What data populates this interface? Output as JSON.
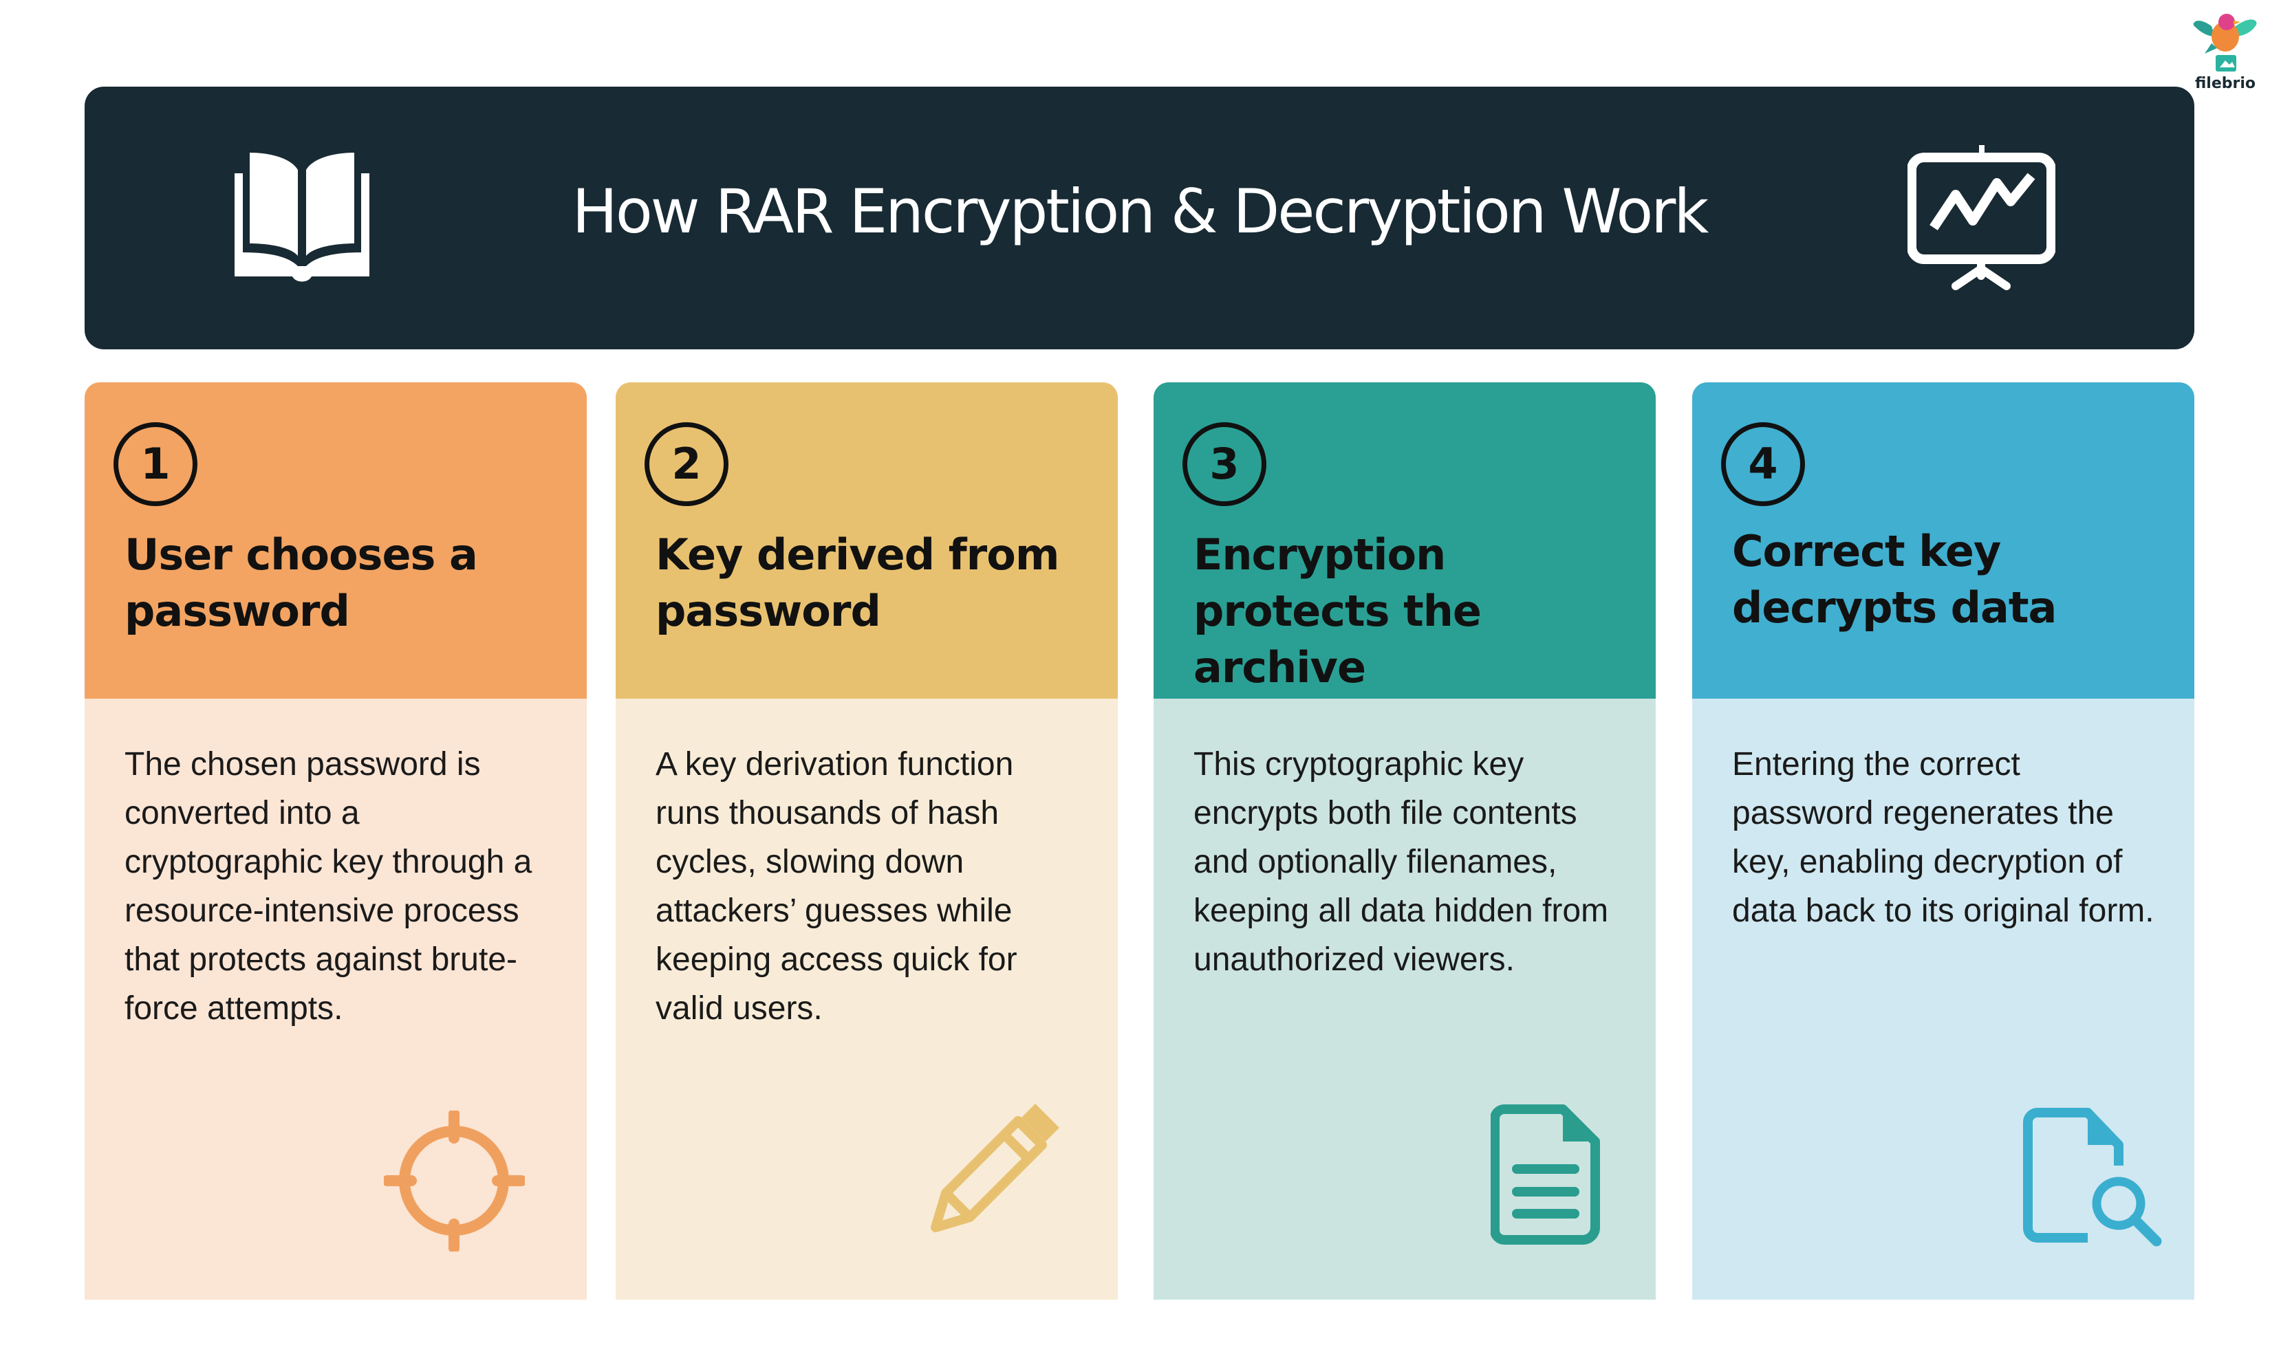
{
  "brand": {
    "name": "filebrio"
  },
  "header": {
    "title": "How RAR Encryption & Decryption Work"
  },
  "steps": [
    {
      "number": "1",
      "heading": "User chooses a password",
      "body": "The chosen password is converted into a cryptographic key through a resource-intensive process that protects against brute-force attempts.",
      "accent": "#f3a462",
      "light": "#fbe5d5",
      "icon": "crosshair-icon"
    },
    {
      "number": "2",
      "heading": "Key derived from password",
      "body": "A key derivation function runs thousands of hash cycles, slowing down attackers’ guesses while keeping access quick for valid users.",
      "accent": "#e8c170",
      "light": "#f8ecd8",
      "icon": "pencil-icon"
    },
    {
      "number": "3",
      "heading": "Encryption protects the archive",
      "body": "This cryptographic key encrypts both file contents and optionally filenames, keeping all data hidden from unauthorized viewers.",
      "accent": "#2aa094",
      "light": "#cce4e0",
      "icon": "document-icon"
    },
    {
      "number": "4",
      "heading": "Correct key decrypts data",
      "body": "Entering the correct password regenerates the key, enabling decryption of data back to its original form.",
      "accent": "#41afcf",
      "light": "#d0e8f1",
      "icon": "file-search-icon"
    }
  ]
}
